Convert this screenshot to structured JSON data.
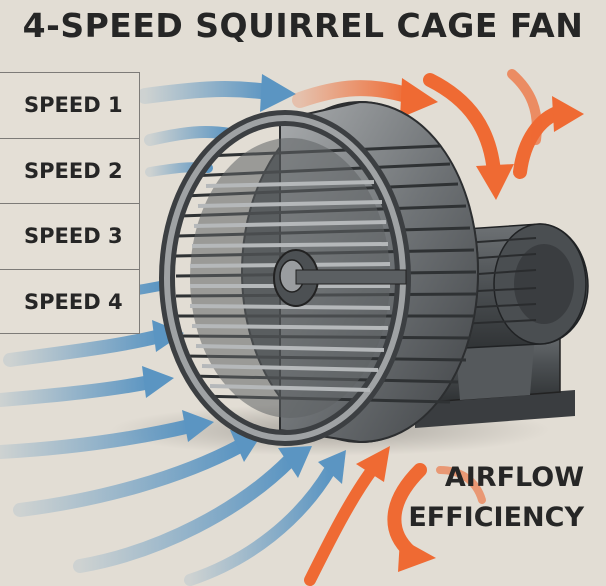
{
  "title": "4-SPEED SQUIRREL CAGE FAN",
  "speeds": [
    "SPEED 1",
    "SPEED 2",
    "SPEED 3",
    "SPEED 4"
  ],
  "efficiency_label": [
    "AIRFLOW",
    "EFFICIENCY"
  ],
  "colors": {
    "background": "#e2ddd4",
    "intake_arrow": "#5b95c2",
    "exhaust_arrow": "#ef6a33",
    "fan_metal": "#8a8d90",
    "text": "#262626"
  },
  "icons": [
    "squirrel-cage-fan-icon",
    "motor-icon",
    "airflow-arrow-icon"
  ]
}
